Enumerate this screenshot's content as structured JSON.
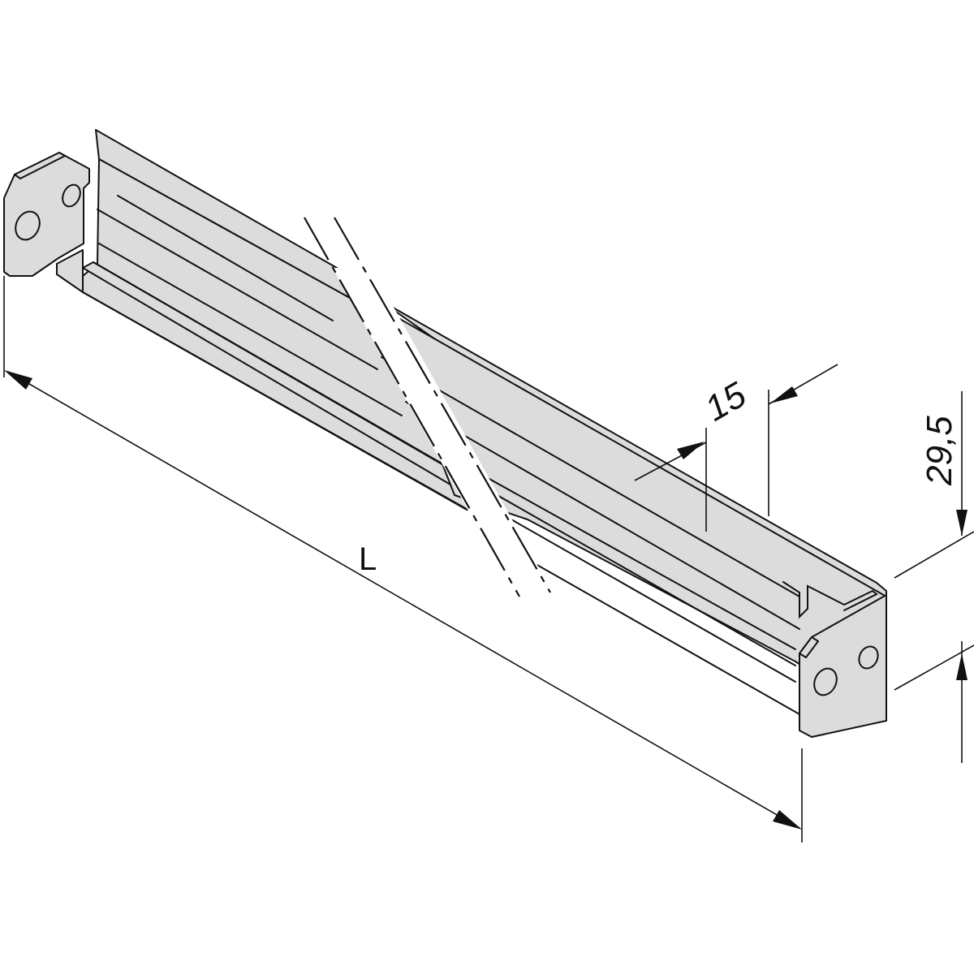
{
  "drawing": {
    "title": "Isometric profile rail / mounting bracket with break line",
    "fill_color": "#dcdcdc",
    "line_color": "#111111",
    "background": "#ffffff"
  },
  "dimensions": {
    "length": {
      "label": "L"
    },
    "slot_width": {
      "label": "15"
    },
    "height": {
      "label": "29,5"
    }
  }
}
